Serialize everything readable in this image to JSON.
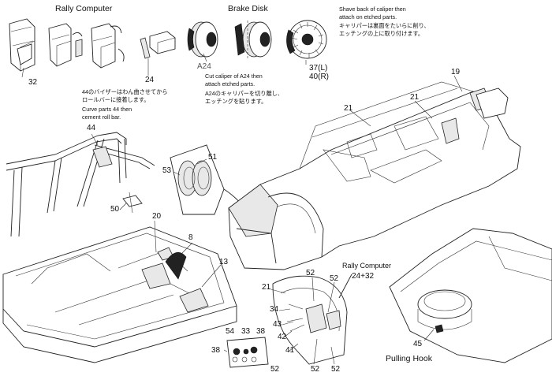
{
  "headings": {
    "rally_computer": "Rally Computer",
    "brake_disk": "Brake Disk",
    "rally_computer_2": "Rally Computer",
    "pulling_hook": "Pulling Hook"
  },
  "notes": {
    "visor_ja_1": "44のバイザーはわん曲させてから",
    "visor_ja_2": "ロールバーに接着します。",
    "visor_en_1": "Curve parts 44 then",
    "visor_en_2": "cement roll bar.",
    "caliper_en_1": "Cut caliper of A24 then",
    "caliper_en_2": "attach etched parts.",
    "caliper_ja_1": "A24のキャリパーを切り離し、",
    "caliper_ja_2": "エッチングを貼ります。",
    "shave_en_1": "Shave back of caliper then",
    "shave_en_2": "attach on etched parts.",
    "shave_ja_1": "キャリパーは裏面をたいらに削り、",
    "shave_ja_2": "エッチングの上に取り付けます。"
  },
  "part_numbers": {
    "p32": "32",
    "p24": "24",
    "a24": "A24",
    "p37": "37(L)",
    "p40": "40(R)",
    "p21a": "21",
    "p19": "19",
    "p21b": "21",
    "p44": "44",
    "p51": "51",
    "p53": "53",
    "p50": "50",
    "p20": "20",
    "p8": "8",
    "p13": "13",
    "p52a": "52",
    "p52b": "52",
    "p2432": "24+32",
    "p21c": "21",
    "p34": "34",
    "p43": "43",
    "p42": "42",
    "p41": "41",
    "p54": "54",
    "p33": "33",
    "p38a": "38",
    "p38b": "38",
    "p52c": "52",
    "p52d": "52",
    "p52e": "52",
    "p45": "45"
  }
}
